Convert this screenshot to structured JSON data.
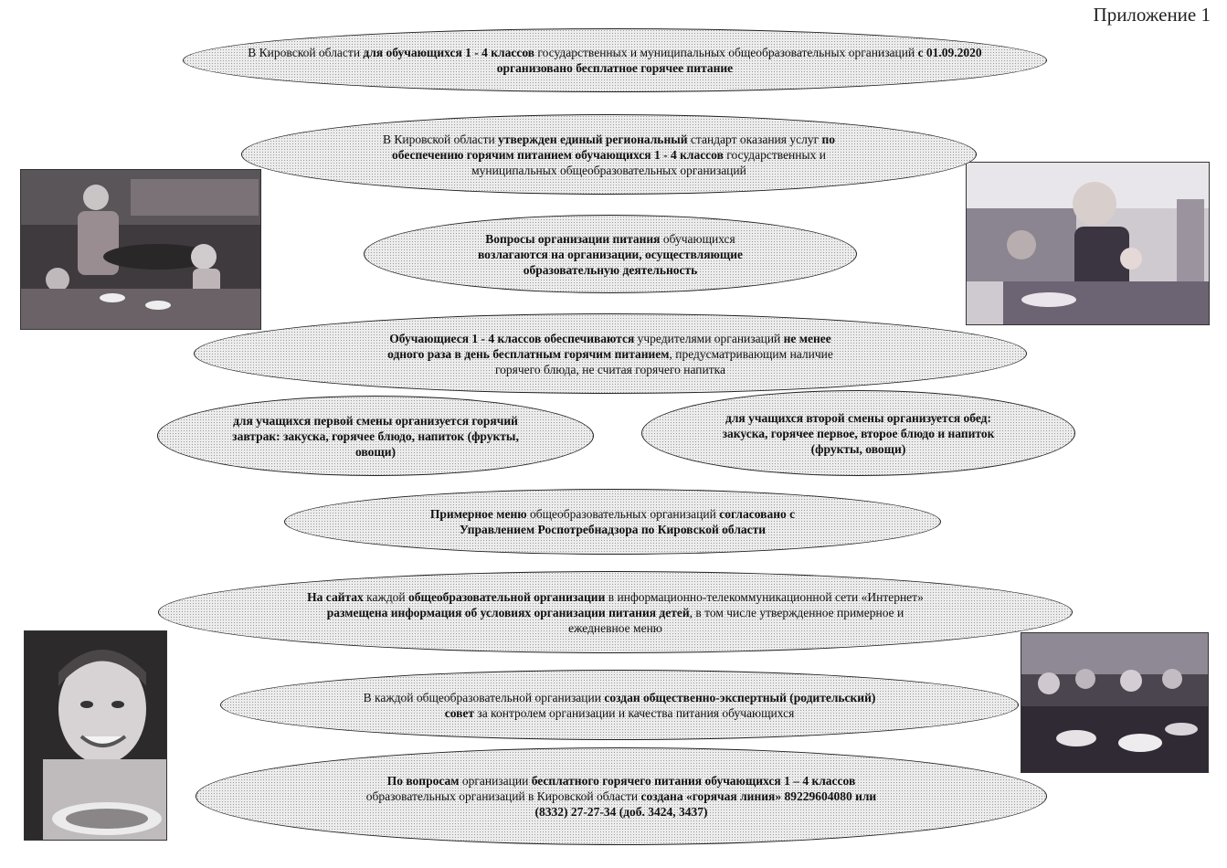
{
  "appendix_label": "Приложение 1",
  "blocks": {
    "free_meals": [
      {
        "text": "В Кировской области ",
        "bold": false
      },
      {
        "text": "для обучающихся 1 - 4 классов",
        "bold": true
      },
      {
        "text": " государственных и муниципальных общеобразовательных организаций ",
        "bold": false
      },
      {
        "text": "с 01.09.2020 организовано бесплатное горячее питание",
        "bold": true
      }
    ],
    "standard": [
      {
        "text": "В Кировской области ",
        "bold": false
      },
      {
        "text": "утвержден единый региональный",
        "bold": true
      },
      {
        "text": " стандарт оказания услуг ",
        "bold": false
      },
      {
        "text": "по обеспечению горячим питанием обучающихся 1 - 4 классов",
        "bold": true
      },
      {
        "text": " государственных и муниципальных общеобразовательных организаций",
        "bold": false
      }
    ],
    "responsibility": [
      {
        "text": "Вопросы организации питания",
        "bold": true
      },
      {
        "text": " обучающихся ",
        "bold": false
      },
      {
        "text": "возлагаются на организации, осуществляющие образовательную деятельность",
        "bold": true
      }
    ],
    "provision": [
      {
        "text": "Обучающиеся 1 - 4 классов обеспечиваются",
        "bold": true
      },
      {
        "text": " учредителями организаций ",
        "bold": false
      },
      {
        "text": "не менее одного раза в день бесплатным горячим питанием",
        "bold": true
      },
      {
        "text": ", предусматривающим наличие горячего блюда, не считая горячего напитка",
        "bold": false
      }
    ],
    "first_shift": [
      {
        "text": "для учащихся первой смены организуется горячий завтрак: закуска, горячее блюдо, напиток (фрукты, овощи)",
        "bold": true
      }
    ],
    "second_shift": [
      {
        "text": "для учащихся второй смены организуется обед: закуска, горячее первое, второе блюдо и напиток (фрукты, овощи)",
        "bold": true
      }
    ],
    "menu": [
      {
        "text": "Примерное меню",
        "bold": true
      },
      {
        "text": " общеобразовательных организаций ",
        "bold": false
      },
      {
        "text": "согласовано с Управлением Роспотребнадзора по Кировской области",
        "bold": true
      }
    ],
    "websites": [
      {
        "text": "На сайтах",
        "bold": true
      },
      {
        "text": " каждой ",
        "bold": false
      },
      {
        "text": "общеобразовательной организации",
        "bold": true
      },
      {
        "text": " в информационно-телекоммуникационной сети «Интернет» ",
        "bold": false
      },
      {
        "text": "размещена информация об условиях организации питания детей",
        "bold": true
      },
      {
        "text": ", в том числе утвержденное примерное и ежедневное меню",
        "bold": false
      }
    ],
    "council": [
      {
        "text": "В каждой общеобразовательной организации ",
        "bold": false
      },
      {
        "text": "создан общественно-экспертный (родительский) совет",
        "bold": true
      },
      {
        "text": " за контролем организации и качества питания обучающихся",
        "bold": false
      }
    ],
    "hotline": [
      {
        "text": "По вопросам",
        "bold": true
      },
      {
        "text": " организации ",
        "bold": false
      },
      {
        "text": "бесплатного горячего питания обучающихся 1 – 4 классов",
        "bold": true
      },
      {
        "text": " образовательных организаций в Кировской области ",
        "bold": false
      },
      {
        "text": "создана «горячая линия» 89229604080 или (8332) 27-27-34 (доб. 3424, 3437)",
        "bold": true
      }
    ]
  },
  "photos": {
    "canteen_serving": "canteen-serving-photo",
    "boy_thumbs_up": "boy-thumbs-up-photo",
    "boy_smiling": "boy-smiling-photo",
    "dining_hall": "dining-hall-photo"
  }
}
